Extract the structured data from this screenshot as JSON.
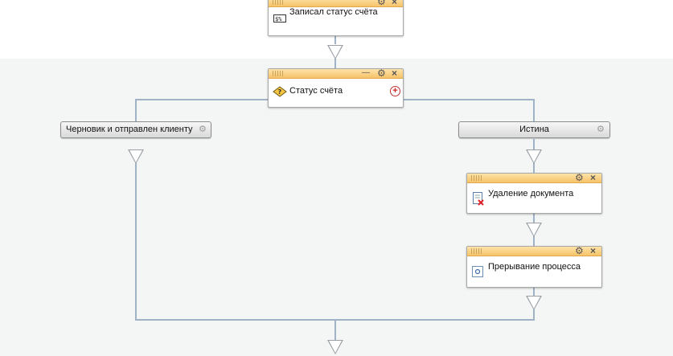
{
  "blocks": {
    "wrote_status": {
      "label": "Записал статус счёта"
    },
    "invoice_status": {
      "label": "Статус счёта"
    },
    "delete_doc": {
      "label": "Удаление документа"
    },
    "abort_process": {
      "label": "Прерывание процесса"
    }
  },
  "branches": {
    "left": {
      "label": "Черновик и отправлен клиенту"
    },
    "right": {
      "label": "Истина"
    }
  },
  "icons": {
    "close": "×",
    "gear": "⚙",
    "minimize": "—",
    "add": "+"
  },
  "colors": {
    "header_top": "#fde3a8",
    "header_bottom": "#f6c36a",
    "connector": "#9fb2c6",
    "canvas": "#f4f6f6"
  }
}
